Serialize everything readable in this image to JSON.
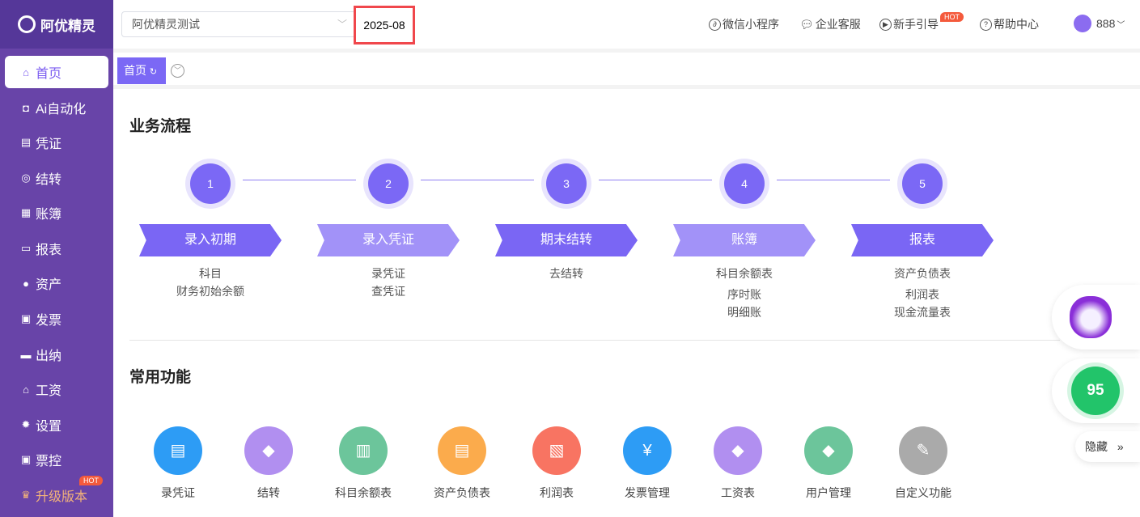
{
  "app": {
    "name": "阿优精灵"
  },
  "sidebar": {
    "items": [
      {
        "label": "首页",
        "icon": "home-icon",
        "glyph": "⌂"
      },
      {
        "label": "Ai自动化",
        "icon": "robot-icon",
        "glyph": "◘"
      },
      {
        "label": "凭证",
        "icon": "voucher-icon",
        "glyph": "▤"
      },
      {
        "label": "结转",
        "icon": "transfer-icon",
        "glyph": "◎"
      },
      {
        "label": "账簿",
        "icon": "ledger-icon",
        "glyph": "▦"
      },
      {
        "label": "报表",
        "icon": "report-icon",
        "glyph": "▭"
      },
      {
        "label": "资产",
        "icon": "asset-icon",
        "glyph": "●"
      },
      {
        "label": "发票",
        "icon": "invoice-icon",
        "glyph": "▣"
      },
      {
        "label": "出纳",
        "icon": "wallet-icon",
        "glyph": "▬"
      },
      {
        "label": "工资",
        "icon": "salary-icon",
        "glyph": "⌂"
      },
      {
        "label": "设置",
        "icon": "gear-icon",
        "glyph": "✹"
      },
      {
        "label": "票控",
        "icon": "ticket-control-icon",
        "glyph": "▣"
      },
      {
        "label": "升级版本",
        "icon": "crown-icon",
        "glyph": "♛",
        "badge": "HOT"
      }
    ]
  },
  "header": {
    "company": "阿优精灵测试",
    "period": "2025-08",
    "links": [
      {
        "label": "微信小程序",
        "icon": "mini-program-icon"
      },
      {
        "label": "企业客服",
        "icon": "chat-icon"
      },
      {
        "label": "新手引导",
        "icon": "play-icon",
        "badge": "HOT"
      },
      {
        "label": "帮助中心",
        "icon": "help-icon"
      }
    ],
    "user": "888"
  },
  "tabs": [
    {
      "label": "首页"
    }
  ],
  "workflow": {
    "title": "业务流程",
    "steps": [
      {
        "num": "1",
        "label": "录入初期",
        "links": [
          "科目",
          "财务初始余额"
        ]
      },
      {
        "num": "2",
        "label": "录入凭证",
        "links": [
          "录凭证",
          "查凭证"
        ]
      },
      {
        "num": "3",
        "label": "期末结转",
        "links": [
          "去结转"
        ]
      },
      {
        "num": "4",
        "label": "账簿",
        "links": [
          "科目余额表",
          "序时账",
          "明细账"
        ]
      },
      {
        "num": "5",
        "label": "报表",
        "links": [
          "资产负债表",
          "利润表",
          "现金流量表"
        ]
      }
    ]
  },
  "functions": {
    "title": "常用功能",
    "items": [
      {
        "label": "录凭证",
        "color": "#2d9cf5",
        "glyph": "▤"
      },
      {
        "label": "结转",
        "color": "#b18ff0",
        "glyph": "◆"
      },
      {
        "label": "科目余额表",
        "color": "#6cc59b",
        "glyph": "▥"
      },
      {
        "label": "资产负债表",
        "color": "#fbab4c",
        "glyph": "▤"
      },
      {
        "label": "利润表",
        "color": "#f87462",
        "glyph": "▧"
      },
      {
        "label": "发票管理",
        "color": "#2d9cf5",
        "glyph": "¥"
      },
      {
        "label": "工资表",
        "color": "#b18ff0",
        "glyph": "◆"
      },
      {
        "label": "用户管理",
        "color": "#6cc59b",
        "glyph": "◆"
      },
      {
        "label": "自定义功能",
        "color": "#aaaaaa",
        "glyph": "✎"
      }
    ]
  },
  "float": {
    "score": "95",
    "hide": "隐藏"
  },
  "colors": {
    "sidebar": "#6844a8",
    "accent": "#7b68f5",
    "highlight": "#f0474c"
  }
}
